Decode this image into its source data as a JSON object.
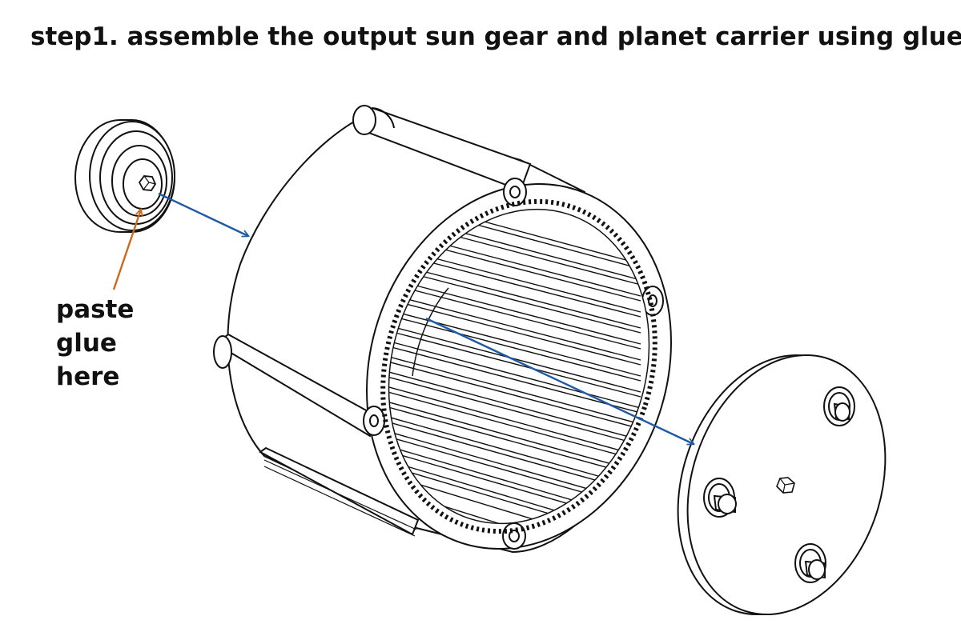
{
  "title": "step1. assemble the output sun gear and planet carrier using glue",
  "callout": {
    "line1": "paste",
    "line2": "glue",
    "line3": "here"
  },
  "colors": {
    "assembly_arrow": "#1f5aa6",
    "glue_arrow": "#c96a1e",
    "line_art": "#111111"
  },
  "parts": [
    {
      "name": "sun-gear",
      "icon": "sun-gear-with-hex-shaft"
    },
    {
      "name": "ring-gear-housing",
      "icon": "internal-ring-gear"
    },
    {
      "name": "planet-carrier",
      "icon": "carrier-plate-with-three-pins"
    }
  ]
}
